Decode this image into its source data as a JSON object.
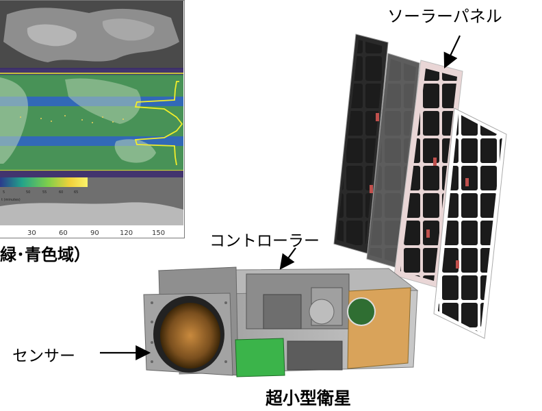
{
  "labels": {
    "solar_panel": "ソーラーパネル",
    "controller": "コントローラー",
    "sensor": "センサー",
    "satellite_caption": "超小型衛星",
    "map_caption_fragment": "緑･青色域）"
  },
  "map": {
    "x_ticks": [
      "30",
      "60",
      "90",
      "120",
      "150"
    ],
    "colorbar_ticks": [
      "5",
      "50",
      "55",
      "60",
      "65"
    ],
    "colorbar_label": "t (minutes)"
  },
  "colors": {
    "green_band": "#3f9a52",
    "blue_band": "#2f62c8",
    "yellow_line": "#f2ee2a",
    "solar_cell": "#1b1b1b",
    "frame_pink": "#e9d6d6",
    "body_gold": "#d9a35a"
  }
}
